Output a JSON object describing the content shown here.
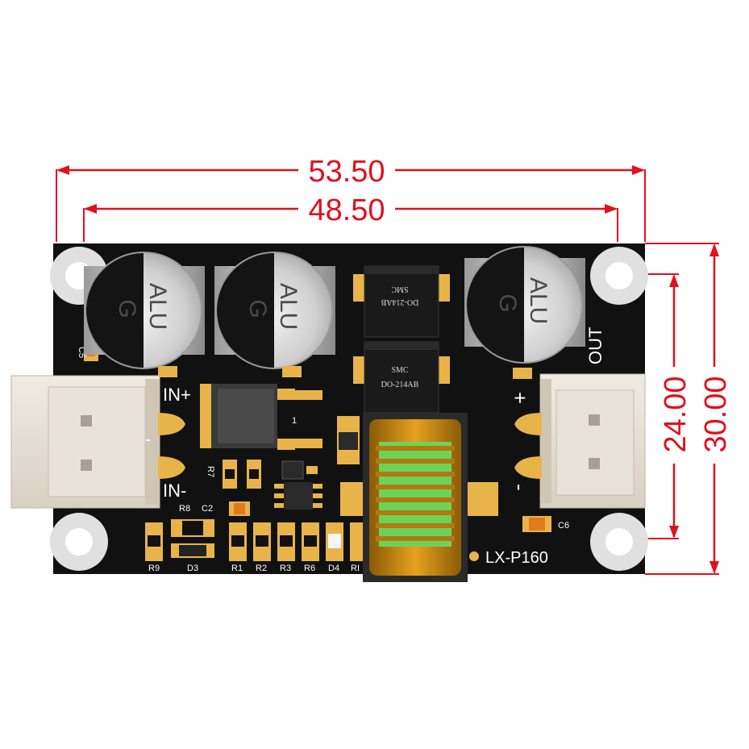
{
  "dimensions": {
    "overall_width": "53.50",
    "hole_spacing_width": "48.50",
    "hole_spacing_height": "24.00",
    "overall_height": "30.00"
  },
  "silkscreen": {
    "in_plus": "IN+",
    "in_minus_sign": "-",
    "in_minus": "IN-",
    "out": "OUT",
    "out_plus": "+",
    "out_minus": "-",
    "model": "LX-P160",
    "c5": "C5",
    "c6": "C6",
    "c2": "C2",
    "r8": "R8",
    "r7": "R7",
    "u1": "1",
    "r9": "R9",
    "d3": "D3",
    "r1": "R1",
    "r2": "R2",
    "r3": "R3",
    "r6": "R6",
    "d4": "D4",
    "r_last": "RI"
  },
  "capacitor_label_line1": "ALU",
  "capacitor_label_line2": "G",
  "diode_label_line1": "SMC",
  "diode_label_line2": "DO-214AB",
  "colors": {
    "dimension": "#e1101e",
    "board": "#111111",
    "pad": "#e8b44a",
    "inductor_core": "#6cd35a",
    "inductor_wire": "#c98a18"
  }
}
